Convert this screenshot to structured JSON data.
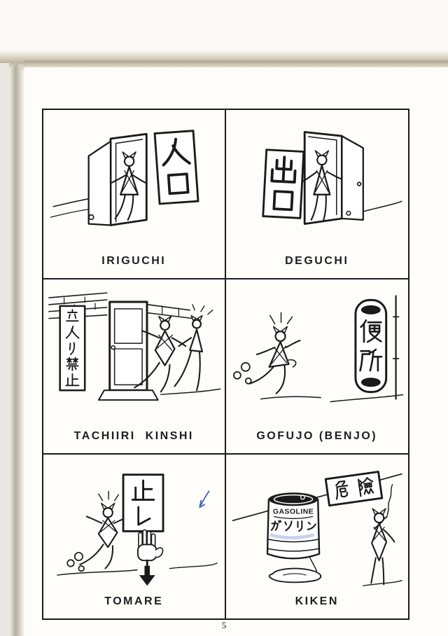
{
  "page": {
    "number": "5"
  },
  "colors": {
    "ink": "#1a1a1a",
    "paper": "#fbfaf6",
    "scan_edge_tan": "#bdb5a0",
    "pen_mark_blue": "#4f63c2"
  },
  "panels": [
    {
      "caption": "IRIGUCHI",
      "sign": "入口"
    },
    {
      "caption": "DEGUCHI",
      "sign": "出口"
    },
    {
      "caption": "TACHIIRI  KINSHI",
      "sign": "立入り禁止"
    },
    {
      "caption": "GOFUJO (BENJO)",
      "sign": "便所"
    },
    {
      "caption": "TOMARE",
      "sign": "止レ"
    },
    {
      "caption": "KIKEN",
      "sign": "危険",
      "barrel_label": "GASOLINE",
      "barrel_label_jp": "ガソリン"
    }
  ]
}
